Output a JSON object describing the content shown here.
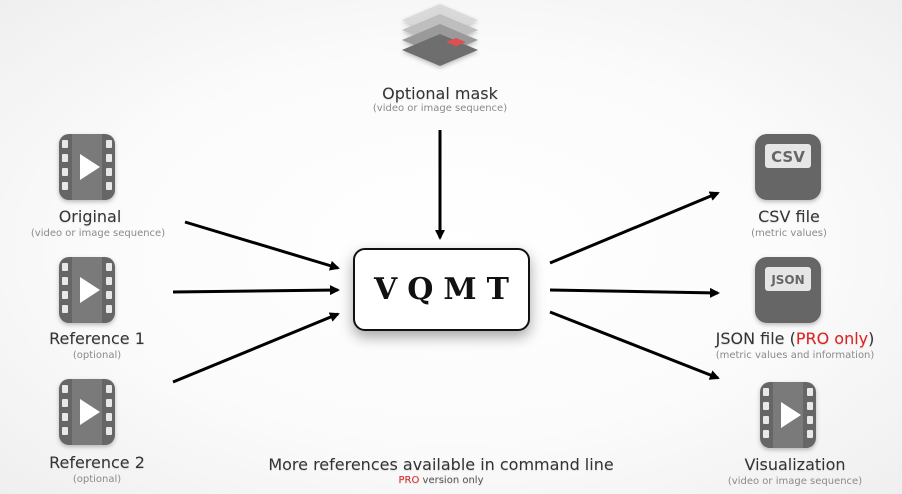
{
  "center": {
    "label": "VQMT"
  },
  "inputs": {
    "mask": {
      "title": "Optional mask",
      "subtitle": "(video or image sequence)",
      "icon": "layers-icon"
    },
    "original": {
      "title": "Original",
      "subtitle": "(video or image sequence)",
      "icon": "film-play-icon"
    },
    "reference1": {
      "title": "Reference 1",
      "subtitle": "(optional)",
      "icon": "film-play-icon"
    },
    "reference2": {
      "title": "Reference 2",
      "subtitle": "(optional)",
      "icon": "film-play-icon"
    }
  },
  "outputs": {
    "csv": {
      "title": "CSV file",
      "subtitle": "(metric values)",
      "icon_text": "CSV",
      "icon": "csv-file-icon"
    },
    "json": {
      "title_prefix": "JSON file (",
      "title_pro": "PRO only",
      "title_suffix": ")",
      "subtitle": "(metric values and information)",
      "icon_text": "JSON",
      "icon": "json-file-icon"
    },
    "visualization": {
      "title": "Visualization",
      "subtitle": "(video or image sequence)",
      "icon": "film-play-icon"
    }
  },
  "footer": {
    "main": "More references available in command line",
    "pro": "PRO",
    "suffix": " version only"
  },
  "colors": {
    "pro": "#e02020",
    "icon": "#666666",
    "icon_light": "#e6e6e6",
    "arrow": "#000000"
  }
}
